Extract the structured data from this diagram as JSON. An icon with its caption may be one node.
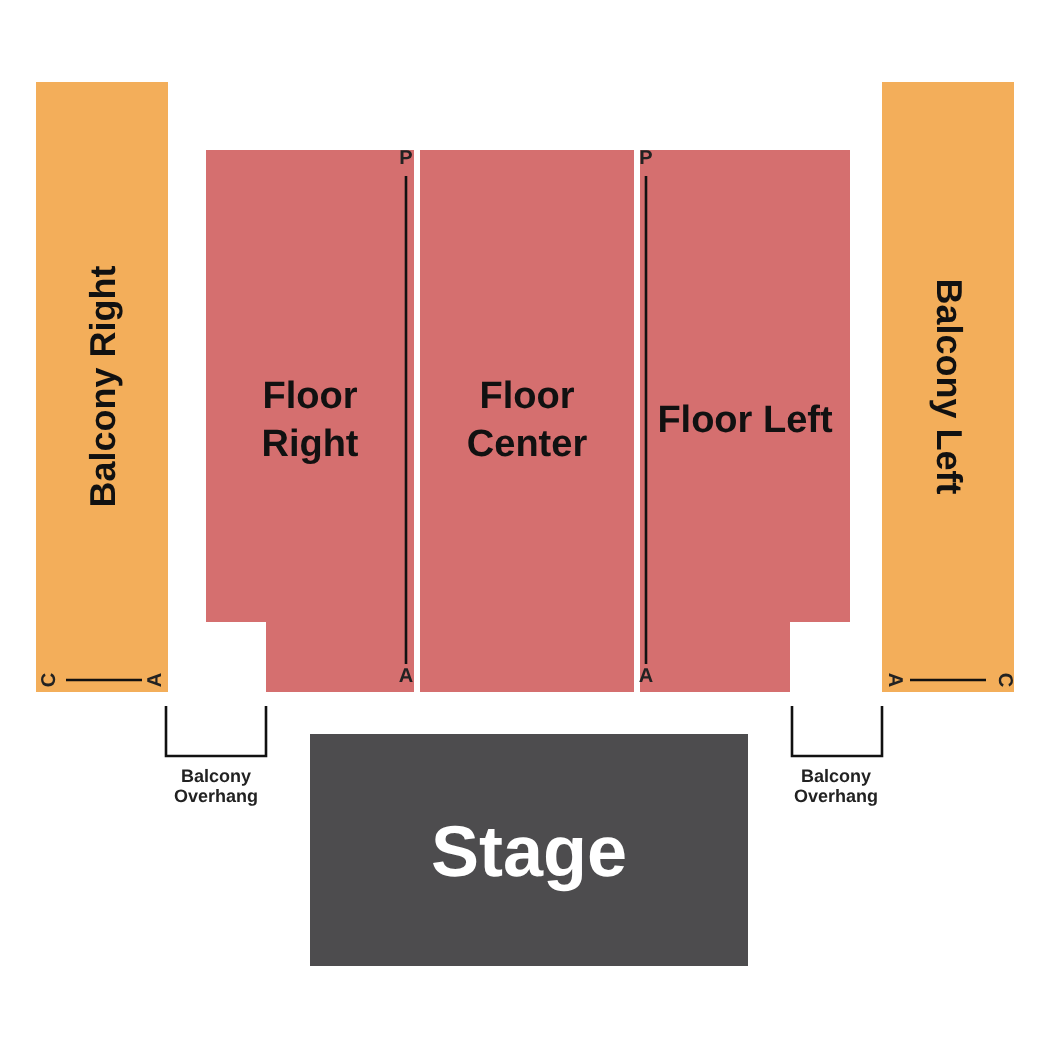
{
  "diagram": {
    "nodes": [
      {
        "text": [
          "Balcony Right"
        ]
      },
      {
        "text": [
          "Floor Right"
        ]
      },
      {
        "text": [
          "Floor Center"
        ]
      },
      {
        "text": [
          "Floor Left"
        ]
      },
      {
        "text": [
          "Balcony Left"
        ]
      },
      {
        "text": [
          "Stage"
        ]
      }
    ],
    "labels": [
      "P",
      "P",
      "C",
      "A",
      "A",
      "A",
      "A",
      "C",
      "Balcony Overhang",
      "Balcony Overhang"
    ]
  }
}
